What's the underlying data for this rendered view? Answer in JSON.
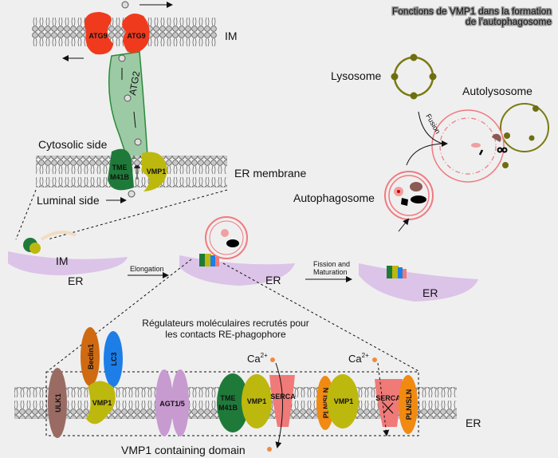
{
  "title": {
    "line1": "Fonctions de VMP1 dans la formation",
    "line2": "de l’autophagosome"
  },
  "top_panel": {
    "im_label": "IM",
    "er_label": "ER membrane",
    "cytosolic": "Cytosolic side",
    "luminal": "Luminal side",
    "atg9_left": "ATG9",
    "atg9_right": "ATG9",
    "atg2": "ATG2",
    "tmem_line1": "TME",
    "tmem_line2": "M41B",
    "vmp1": "VMP1"
  },
  "right_panel": {
    "lysosome": "Lysosome",
    "autolysosome": "Autolysosome",
    "autophagosome": "Autophagosome",
    "fusion": "Fusion"
  },
  "middle_row": {
    "im": "IM",
    "er1": "ER",
    "elongation": "Elongation",
    "er2": "ER",
    "fission_line1": "Fission and",
    "fission_line2": "Maturation",
    "er3": "ER"
  },
  "bottom_panel": {
    "heading_line1": "Régulateurs moléculaires recrutés pour",
    "heading_line2": "les contacts RE-phagophore",
    "ulk1": "ULK1",
    "beclin1": "Beclin1",
    "lc3": "LC3",
    "vmp1_a": "VMP1",
    "agt": "AGT1/5",
    "tmem_line1": "TME",
    "tmem_line2": "M41B",
    "vmp1_b": "VMP1",
    "serca_a": "SERCA",
    "pln_a": "PLN/SLN",
    "vmp1_c": "VMP1",
    "serca_b": "SERCA",
    "pln_b": "PLN/SLN",
    "ca_a": "Ca",
    "ca_b": "Ca",
    "ca_sup": "2+",
    "er": "ER",
    "footer": "VMP1 containing domain"
  },
  "colors": {
    "atg9": "#f03a1e",
    "atg2": "#9ccaa4",
    "tmem41b": "#1f7a3a",
    "vmp1": "#bdb80e",
    "ulk1": "#9a6b63",
    "beclin1": "#cf6a12",
    "lc3": "#1e7ee8",
    "agt": "#c79ad0",
    "serca": "#f07a78",
    "pln": "#f08a12",
    "er": "#dcc3e8",
    "lysosome": "#7a7a12",
    "autophagosome": "#f07a80",
    "calcium": "#f08a40"
  }
}
